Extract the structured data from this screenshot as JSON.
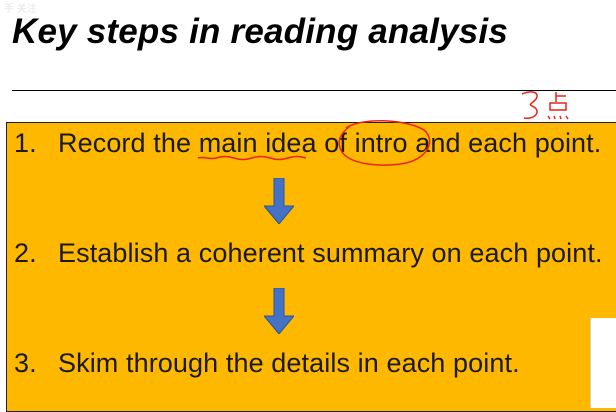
{
  "watermark": "手 关注",
  "title": "Key steps in reading analysis",
  "steps": [
    {
      "number": "1.",
      "segments": [
        "Record the ",
        "main idea",
        " o",
        "f intro",
        " and each point."
      ]
    },
    {
      "number": "2.",
      "text": "Establish a coherent summary on each point."
    },
    {
      "number": "3.",
      "text": "Skim through the details in each point."
    }
  ],
  "handwritten_note": "3点",
  "colors": {
    "panel": "#ffb800",
    "arrow": "#4472c4",
    "annotation": "#e8231a"
  },
  "icons": [
    "down-arrow-icon",
    "down-arrow-icon"
  ]
}
